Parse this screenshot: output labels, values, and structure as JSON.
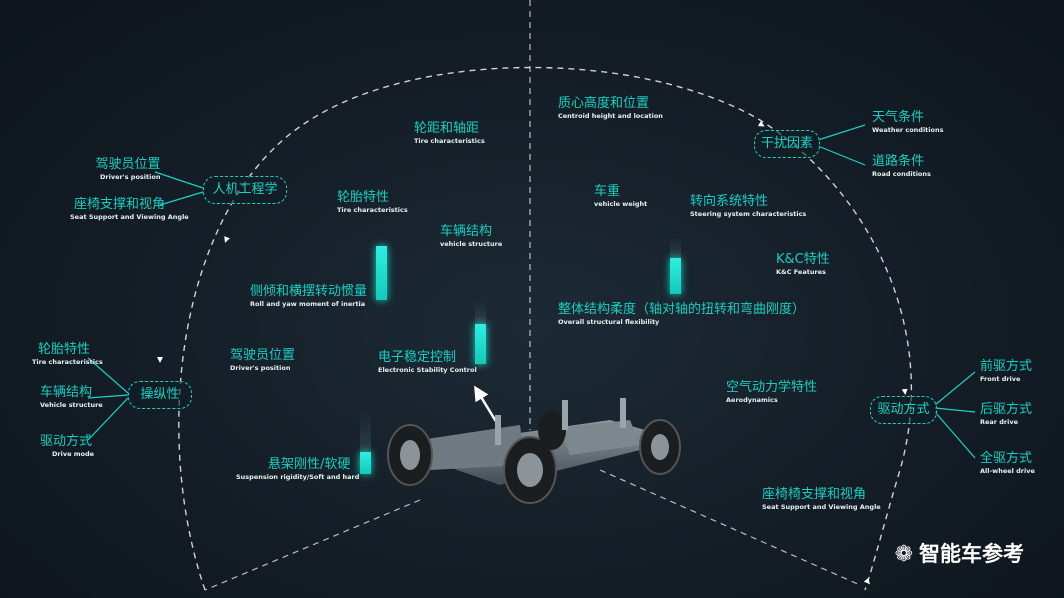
{
  "hub_nodes": {
    "ergonomics": "人机工程学",
    "handling": "操纵性",
    "disturbance": "干扰因素",
    "drive": "驱动方式"
  },
  "ergonomics_items": [
    {
      "cn": "驾驶员位置",
      "en": "Driver's position"
    },
    {
      "cn": "座椅支撑和视角",
      "en": "Seat Support and Viewing Angle"
    }
  ],
  "handling_items": [
    {
      "cn": "轮胎特性",
      "en": "Tire characteristics"
    },
    {
      "cn": "车辆结构",
      "en": "Vehicle structure"
    },
    {
      "cn": "驱动方式",
      "en": "Drive mode"
    }
  ],
  "disturbance_items": [
    {
      "cn": "天气条件",
      "en": "Weather conditions"
    },
    {
      "cn": "道路条件",
      "en": "Road conditions"
    }
  ],
  "drive_items": [
    {
      "cn": "前驱方式",
      "en": "Front drive"
    },
    {
      "cn": "后驱方式",
      "en": "Rear drive"
    },
    {
      "cn": "全驱方式",
      "en": "All-wheel drive"
    }
  ],
  "center_labels": {
    "track": {
      "cn": "轮距和轴距",
      "en": "Tire characteristics"
    },
    "tire": {
      "cn": "轮胎特性",
      "en": "Tire characteristics"
    },
    "structure": {
      "cn": "车辆结构",
      "en": "vehicle structure"
    },
    "inertia": {
      "cn": "侧倾和横摆转动惯量",
      "en": "Roll and yaw moment of inertia"
    },
    "driver_pos": {
      "cn": "驾驶员位置",
      "en": "Driver's position"
    },
    "esc": {
      "cn": "电子稳定控制",
      "en": "Electronic Stability Control"
    },
    "suspension": {
      "cn": "悬架刚性/软硬",
      "en": "Suspension rigidity/Soft and hard"
    },
    "centroid": {
      "cn": "质心高度和位置",
      "en": "Centroid height and location"
    },
    "weight": {
      "cn": "车重",
      "en": "vehicle weight"
    },
    "steering": {
      "cn": "转向系统特性",
      "en": "Steering system characteristics"
    },
    "kc": {
      "cn": "K&C特性",
      "en": "K&C Features"
    },
    "flex": {
      "cn": "整体结构柔度（轴对轴的扭转和弯曲刚度）",
      "en": "Overall structural flexibility"
    },
    "aero": {
      "cn": "空气动力学特性",
      "en": "Aerodynamics"
    },
    "seat": {
      "cn": "座椅椅支撑和视角",
      "en": "Seat Support and Viewing Angle"
    }
  },
  "watermark": "智能车参考",
  "colors": {
    "accent": "#19d3c5",
    "background": "#141d26"
  }
}
